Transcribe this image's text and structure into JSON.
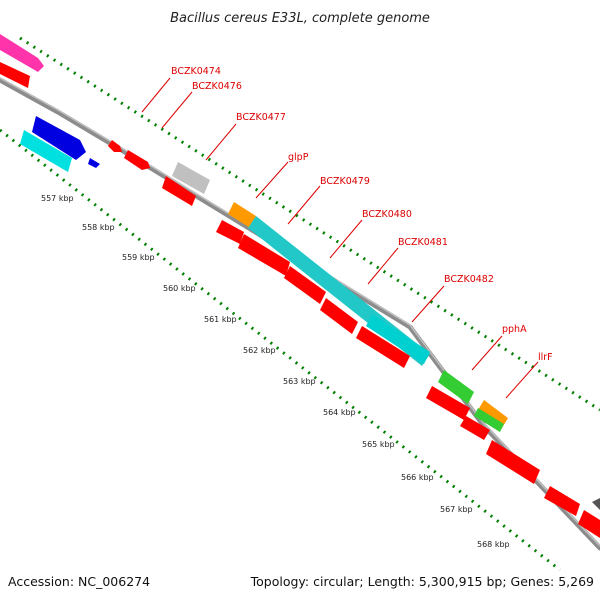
{
  "title": "Bacillus cereus E33L, complete genome",
  "footer": {
    "accession": "Accession: NC_006274",
    "topology": "Topology: circular; Length: 5,300,915 bp; Genes: 5,269"
  },
  "kbp_ticks": [
    "557 kbp",
    "558 kbp",
    "559 kbp",
    "560 kbp",
    "561 kbp",
    "562 kbp",
    "563 kbp",
    "564 kbp",
    "565 kbp",
    "566 kbp",
    "567 kbp",
    "568 kbp"
  ],
  "gene_labels": [
    "BCZK0474",
    "BCZK0476",
    "BCZK0477",
    "glpP",
    "BCZK0479",
    "BCZK0480",
    "BCZK0481",
    "BCZK0482",
    "pphA",
    "llrF"
  ],
  "colors": {
    "backbone": "#8c8c8c",
    "tick": "#008000",
    "label": "#dd0000",
    "red": "#ff0000",
    "blue": "#0000e0",
    "cyan": "#00e0e0",
    "magenta": "#ff33aa",
    "gray": "#c0c0c0",
    "orange": "#ff9900",
    "green": "#33cc33",
    "teal": "#22c8c8"
  }
}
